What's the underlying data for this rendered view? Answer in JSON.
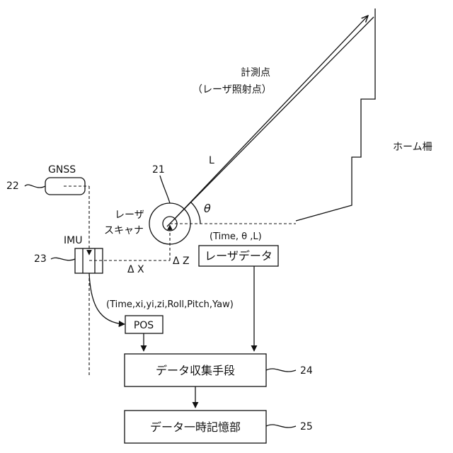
{
  "labels": {
    "measurement_point": "計測点",
    "laser_point": "（レーザ照射点）",
    "platform_fence": "ホーム柵",
    "distance": "L",
    "angle": "θ",
    "gnss": "GNSS",
    "imu": "IMU",
    "scanner_line1": "レーザ",
    "scanner_line2": "スキャナ",
    "delta_x": "Δ X",
    "delta_z": "Δ Z",
    "laser_tuple": "(Time, θ ,L)",
    "pos_tuple": "(Time,xi,yi,zi,Roll,Pitch,Yaw)"
  },
  "boxes": {
    "laser_data": "レーザデータ",
    "pos": "POS",
    "data_collection": "データ収集手段",
    "data_storage": "データ一時記憶部"
  },
  "refs": {
    "scanner": "21",
    "gnss": "22",
    "imu": "23",
    "collection": "24",
    "storage": "25"
  }
}
